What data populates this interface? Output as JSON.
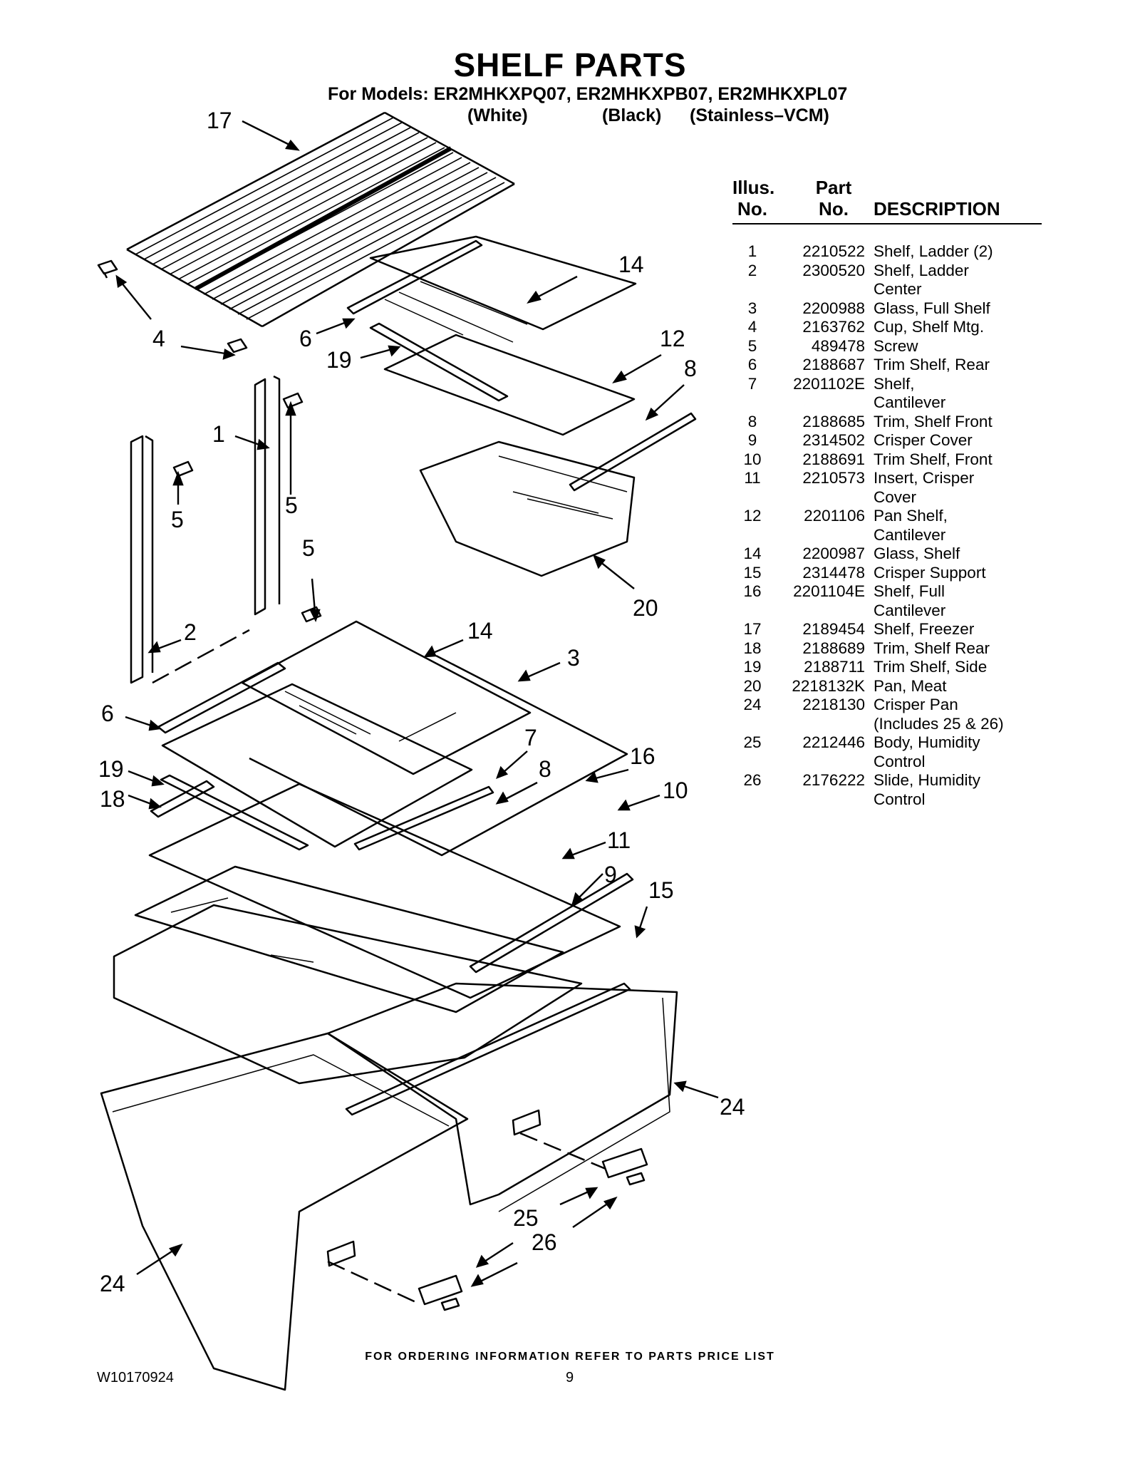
{
  "header": {
    "title": "SHELF PARTS",
    "models": "For Models: ER2MHKXPQ07, ER2MHKXPB07, ER2MHKXPL07",
    "variants": [
      "(White)",
      "(Black)",
      "(Stainless–VCM)"
    ]
  },
  "table": {
    "headers": {
      "illus_1": "Illus.",
      "illus_2": "No.",
      "part_1": "Part",
      "part_2": "No.",
      "description": "DESCRIPTION"
    },
    "rows": [
      {
        "illus": "1",
        "part": "2210522",
        "desc": "Shelf, Ladder (2)",
        "desc2": ""
      },
      {
        "illus": "2",
        "part": "2300520",
        "desc": "Shelf, Ladder",
        "desc2": "Center"
      },
      {
        "illus": "3",
        "part": "2200988",
        "desc": "Glass, Full Shelf",
        "desc2": ""
      },
      {
        "illus": "4",
        "part": "2163762",
        "desc": "Cup, Shelf Mtg.",
        "desc2": ""
      },
      {
        "illus": "5",
        "part": "489478",
        "desc": "Screw",
        "desc2": ""
      },
      {
        "illus": "6",
        "part": "2188687",
        "desc": "Trim Shelf, Rear",
        "desc2": ""
      },
      {
        "illus": "7",
        "part": "2201102E",
        "desc": "Shelf,",
        "desc2": "Cantilever"
      },
      {
        "illus": "8",
        "part": "2188685",
        "desc": "Trim, Shelf Front",
        "desc2": ""
      },
      {
        "illus": "9",
        "part": "2314502",
        "desc": "Crisper Cover",
        "desc2": ""
      },
      {
        "illus": "10",
        "part": "2188691",
        "desc": "Trim Shelf, Front",
        "desc2": ""
      },
      {
        "illus": "11",
        "part": "2210573",
        "desc": "Insert, Crisper",
        "desc2": "Cover"
      },
      {
        "illus": "12",
        "part": "2201106",
        "desc": "Pan Shelf,",
        "desc2": "Cantilever"
      },
      {
        "illus": "14",
        "part": "2200987",
        "desc": "Glass, Shelf",
        "desc2": ""
      },
      {
        "illus": "15",
        "part": "2314478",
        "desc": "Crisper Support",
        "desc2": ""
      },
      {
        "illus": "16",
        "part": "2201104E",
        "desc": "Shelf, Full",
        "desc2": "Cantilever"
      },
      {
        "illus": "17",
        "part": "2189454",
        "desc": "Shelf, Freezer",
        "desc2": ""
      },
      {
        "illus": "18",
        "part": "2188689",
        "desc": "Trim, Shelf Rear",
        "desc2": ""
      },
      {
        "illus": "19",
        "part": "2188711",
        "desc": "Trim Shelf, Side",
        "desc2": ""
      },
      {
        "illus": "20",
        "part": "2218132K",
        "desc": "Pan, Meat",
        "desc2": ""
      },
      {
        "illus": "24",
        "part": "2218130",
        "desc": "Crisper Pan",
        "desc2": "(Includes 25 & 26)"
      },
      {
        "illus": "25",
        "part": "2212446",
        "desc": "Body, Humidity",
        "desc2": "Control"
      },
      {
        "illus": "26",
        "part": "2176222",
        "desc": "Slide, Humidity",
        "desc2": "Control"
      }
    ]
  },
  "diagram": {
    "callouts": [
      "17",
      "14",
      "4",
      "6",
      "19",
      "12",
      "8",
      "4",
      "1",
      "5",
      "5",
      "5",
      "2",
      "20",
      "14",
      "3",
      "6",
      "7",
      "8",
      "16",
      "19",
      "18",
      "10",
      "11",
      "9",
      "15",
      "24",
      "25",
      "26",
      "24"
    ]
  },
  "footer": {
    "ordering_note": "FOR ORDERING INFORMATION REFER TO PARTS PRICE LIST",
    "doc_number": "W10170924",
    "page_number": "9"
  }
}
